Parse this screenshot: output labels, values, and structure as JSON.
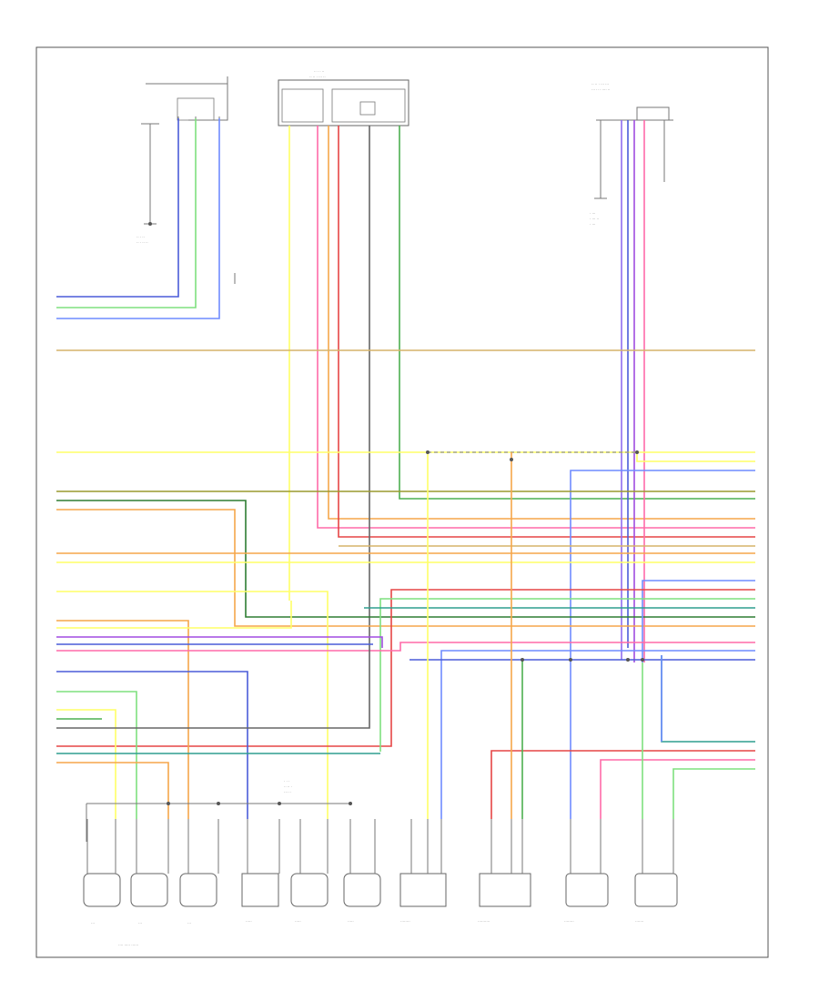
{
  "diagram": {
    "footer_code": "",
    "colors": {
      "orange": "#f5a64a",
      "yellow": "#ffff66",
      "green": "#4caf50",
      "lightgreen": "#7fe07f",
      "blue": "#4a5cd8",
      "lightblue": "#6f8cff",
      "red": "#e64545",
      "pink": "#ff6aa8",
      "purple": "#a04ce0",
      "violet": "#8f6cf0",
      "gray": "#666666",
      "darkgreen": "#2e7d32",
      "tan": "#d6b36a",
      "teal": "#2e9d8f",
      "olive": "#9a9a2e"
    },
    "components": [
      {
        "id": "top-left-module"
      },
      {
        "id": "top-center-module"
      },
      {
        "id": "top-right-module"
      },
      {
        "id": "bottom-sensors-1"
      },
      {
        "id": "bottom-sensors-2"
      },
      {
        "id": "bottom-sensors-3"
      },
      {
        "id": "bottom-sensor-4"
      },
      {
        "id": "bottom-sensor-5"
      },
      {
        "id": "bottom-sensor-6"
      },
      {
        "id": "bottom-sensor-7"
      },
      {
        "id": "bottom-sensor-8"
      },
      {
        "id": "bottom-sensor-9"
      },
      {
        "id": "bottom-sensor-10"
      }
    ]
  }
}
